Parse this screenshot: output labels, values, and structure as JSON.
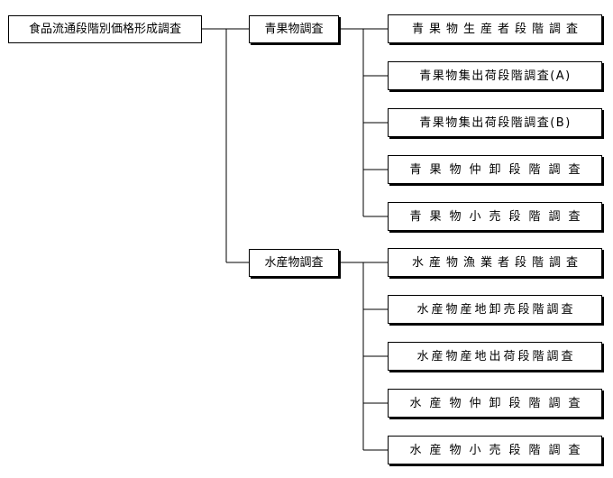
{
  "root": {
    "label": "食品流通段階別価格形成調査"
  },
  "branches": [
    {
      "label": "青果物調査",
      "children": [
        "青果物生産者段階調査",
        "青果物集出荷段階調査(A)",
        "青果物集出荷段階調査(B)",
        "青果物仲卸段階調査",
        "青果物小売段階調査"
      ]
    },
    {
      "label": "水産物調査",
      "children": [
        "水産物漁業者段階調査",
        "水産物産地卸売段階調査",
        "水産物産地出荷段階調査",
        "水産物仲卸段階調査",
        "水産物小売段階調査"
      ]
    }
  ]
}
